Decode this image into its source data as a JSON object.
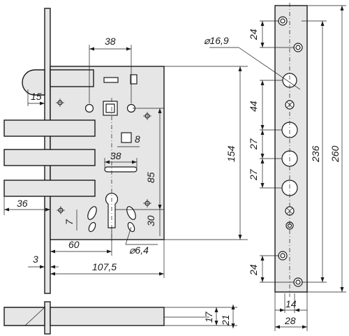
{
  "dimensions": {
    "d38_top": "38",
    "d15": "15",
    "d8": "8",
    "d38_mid": "38",
    "d85": "85",
    "d154": "154",
    "d36": "36",
    "d7": "7",
    "d30": "30",
    "d60": "60",
    "d6_4": "⌀6,4",
    "d3": "3",
    "d107_5": "107,5",
    "d16_9": "⌀16,9",
    "d24_top": "24",
    "d44": "44",
    "d27_a": "27",
    "d27_b": "27",
    "d24_bottom": "24",
    "d236": "236",
    "d260": "260",
    "d14": "14",
    "d28": "28",
    "d17": "17",
    "d21": "21"
  }
}
